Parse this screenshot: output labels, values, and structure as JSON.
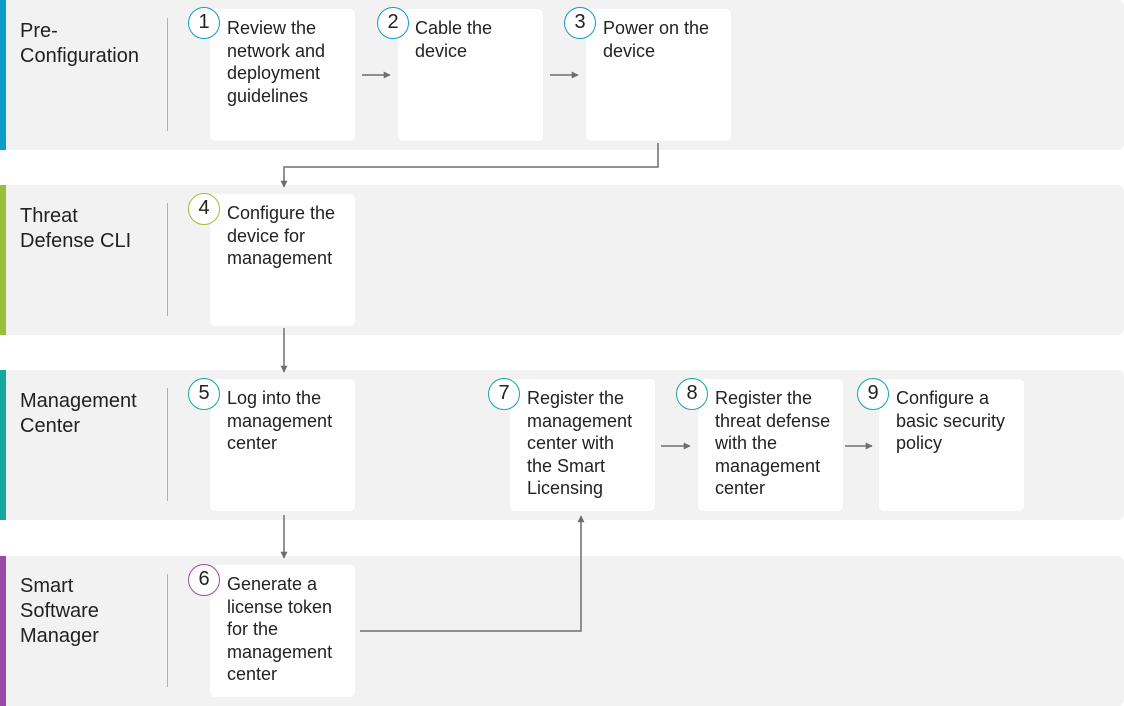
{
  "colors": {
    "pre_configuration": "#0d9dc9",
    "threat_defense_cli": "#9cbf3a",
    "management_center": "#12a89a",
    "smart_software_manager": "#9b4aa5",
    "arrow": "#6e6e6e"
  },
  "lanes": [
    {
      "id": "pre-configuration",
      "label_lines": [
        "Pre-",
        "Configuration"
      ]
    },
    {
      "id": "threat-defense-cli",
      "label_lines": [
        "Threat",
        "Defense CLI"
      ]
    },
    {
      "id": "management-center",
      "label_lines": [
        "Management",
        "Center"
      ]
    },
    {
      "id": "smart-software-manager",
      "label_lines": [
        "Smart",
        "Software",
        "Manager"
      ]
    }
  ],
  "steps": [
    {
      "number": "1",
      "lines": [
        "Review the",
        "network and",
        "deployment",
        "guidelines"
      ]
    },
    {
      "number": "2",
      "lines": [
        "Cable the",
        "device"
      ]
    },
    {
      "number": "3",
      "lines": [
        "Power on the",
        "device"
      ]
    },
    {
      "number": "4",
      "lines": [
        "Configure the",
        "device for",
        "management"
      ]
    },
    {
      "number": "5",
      "lines": [
        "Log into the",
        "management",
        "center"
      ]
    },
    {
      "number": "6",
      "lines": [
        "Generate a",
        "license token",
        "for the",
        "management",
        "center"
      ]
    },
    {
      "number": "7",
      "lines": [
        "Register the",
        "management",
        "center with",
        "the Smart",
        "Licensing"
      ]
    },
    {
      "number": "8",
      "lines": [
        "Register the",
        "threat defense",
        "with the",
        "management",
        "center"
      ]
    },
    {
      "number": "9",
      "lines": [
        "Configure a",
        "basic security",
        "policy"
      ]
    }
  ]
}
